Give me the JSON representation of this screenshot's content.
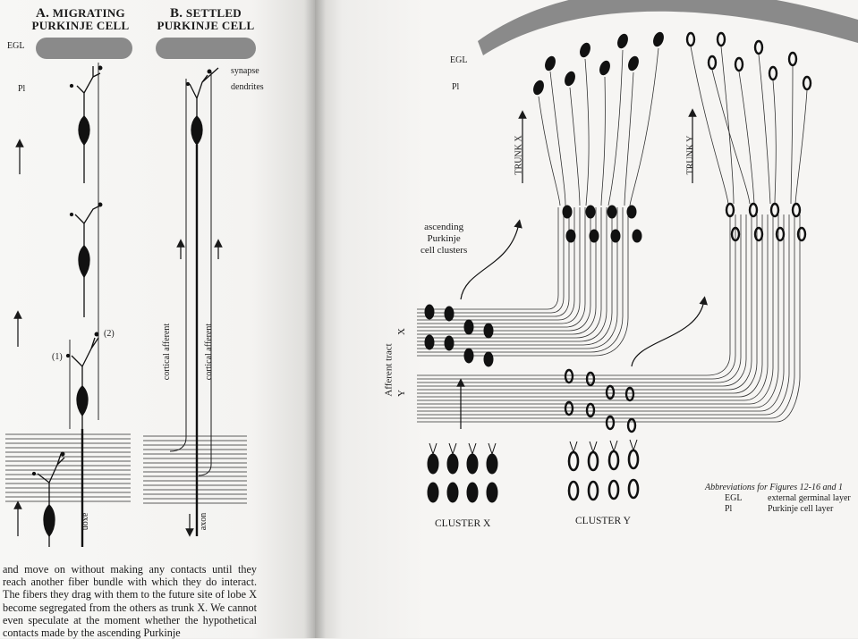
{
  "left_page": {
    "panel_a": {
      "letter": "A.",
      "line1": "MIGRATING",
      "line2": "PURKINJE CELL"
    },
    "panel_b": {
      "letter": "B.",
      "line1": "SETTLED",
      "line2": "PURKINJE CELL"
    },
    "labels": {
      "egl": "EGL",
      "pl": "Pl",
      "synapse": "synapse",
      "dendrites": "dendrites",
      "contact_1": "(1)",
      "contact_2": "(2)",
      "cortical_afferent_left": "cortical afferent",
      "cortical_afferent_right": "cortical afferent",
      "axon_a": "axon",
      "axon_b": "axon"
    },
    "body_text": "and move on without making any contacts until they reach another fiber bundle with which they do interact. The fibers they drag with them to the future site of lobe X become segregated from the others as trunk X. We cannot even speculate at the moment whether the hypothetical contacts made by the ascending Purkinje"
  },
  "right_page": {
    "labels": {
      "egl": "EGL",
      "pl": "Pl",
      "trunk_x": "TRUNK X",
      "trunk_y": "TRUNK Y",
      "ascending_line1": "ascending",
      "ascending_line2": "Purkinje",
      "ascending_line3": "cell clusters",
      "afferent_tract": "Afferent tract",
      "tract_x": "X",
      "tract_y": "Y",
      "cluster_x": "CLUSTER X",
      "cluster_y": "CLUSTER Y"
    },
    "abbreviations": {
      "caption": "Abbreviations for Figures 12-16 and 1",
      "items": [
        {
          "abbr": "EGL",
          "meaning": "external germinal layer"
        },
        {
          "abbr": "Pl",
          "meaning": "Purkinje cell layer"
        }
      ]
    }
  }
}
